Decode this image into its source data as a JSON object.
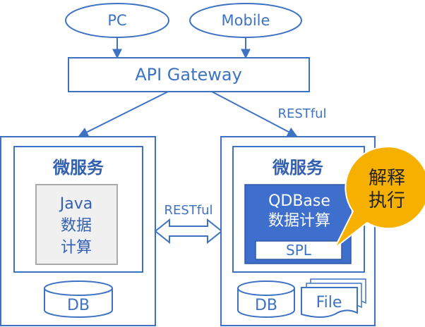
{
  "clients": {
    "pc_label": "PC",
    "mobile_label": "Mobile"
  },
  "gateway": {
    "label": "API Gateway"
  },
  "connections": {
    "gateway_to_right_label": "RESTful",
    "service_to_service_label": "RESTful"
  },
  "left_service": {
    "title": "微服务",
    "compute_lines": [
      "Java",
      "数据",
      "计算"
    ],
    "db_label": "DB"
  },
  "right_service": {
    "title": "微服务",
    "compute_lines": [
      "QDBase",
      "数据计算"
    ],
    "spl_label": "SPL",
    "db_label": "DB",
    "file_label": "File"
  },
  "callout": {
    "lines": [
      "解释",
      "执行"
    ]
  },
  "colors": {
    "primary_blue": "#3e73c3",
    "title_blue": "#3360b0",
    "compute_fill": "#3e6fcd",
    "callout_fill": "#f5b000",
    "gray_box_fill": "#f0f0f0",
    "gray_box_stroke": "#aaaaaa"
  }
}
